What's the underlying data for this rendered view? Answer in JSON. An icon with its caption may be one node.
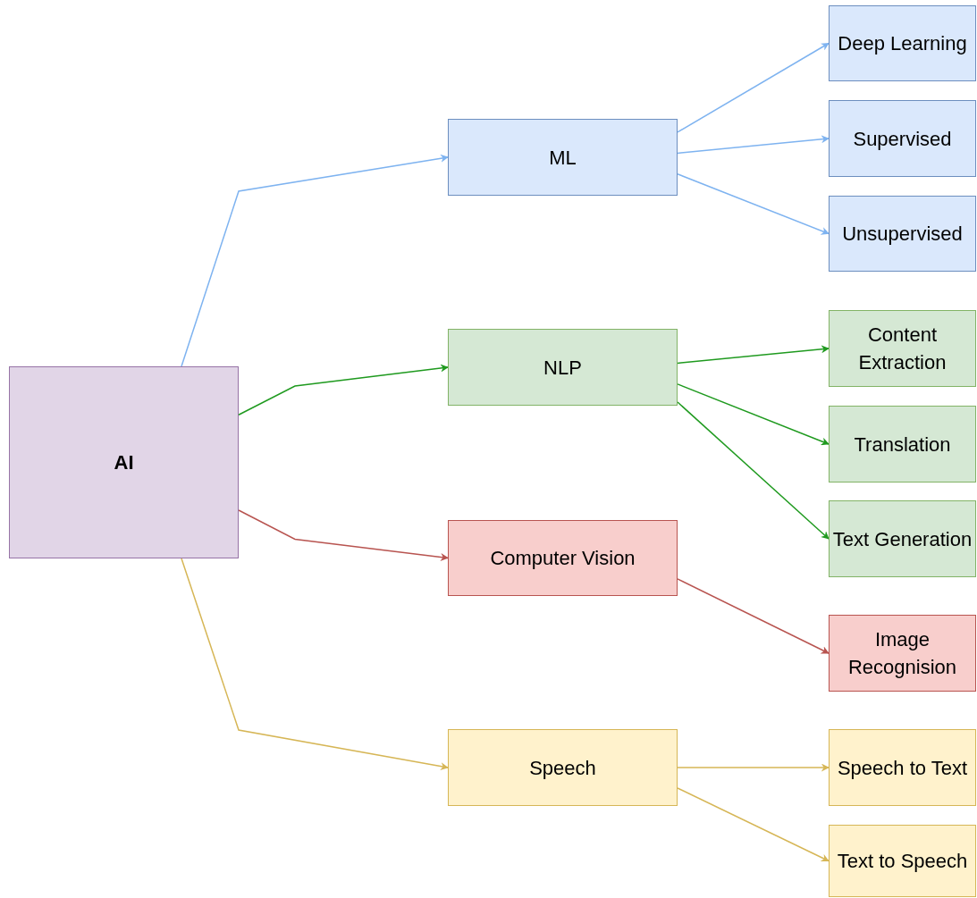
{
  "diagram": {
    "nodes": [
      {
        "text": [
          "AI"
        ]
      },
      {
        "text": [
          "ML"
        ]
      },
      {
        "text": [
          "NLP"
        ]
      },
      {
        "text": [
          "Computer Vision"
        ]
      },
      {
        "text": [
          "Speech"
        ]
      },
      {
        "text": [
          "Deep Learning"
        ]
      },
      {
        "text": [
          "Supervised"
        ]
      },
      {
        "text": [
          "Unsupervised"
        ]
      },
      {
        "text": [
          "Content Extraction"
        ]
      },
      {
        "text": [
          "Translation"
        ]
      },
      {
        "text": [
          "Text Generation"
        ]
      },
      {
        "text": [
          "Image Recognision"
        ]
      },
      {
        "text": [
          "Speech to Text"
        ]
      },
      {
        "text": [
          "Text to Speech"
        ]
      }
    ],
    "edges": [
      {
        "from": 0,
        "to": 1,
        "arrow": "to",
        "color": "#7eb3f0"
      },
      {
        "from": 0,
        "to": 2,
        "arrow": "to",
        "color": "#1f9a1f"
      },
      {
        "from": 0,
        "to": 3,
        "arrow": "to",
        "color": "#b85450"
      },
      {
        "from": 0,
        "to": 4,
        "arrow": "to",
        "color": "#d6b656"
      },
      {
        "from": 1,
        "to": 5,
        "arrow": "to",
        "color": "#7eb3f0"
      },
      {
        "from": 1,
        "to": 6,
        "arrow": "to",
        "color": "#7eb3f0"
      },
      {
        "from": 1,
        "to": 7,
        "arrow": "to",
        "color": "#7eb3f0"
      },
      {
        "from": 2,
        "to": 8,
        "arrow": "to",
        "color": "#1f9a1f"
      },
      {
        "from": 2,
        "to": 9,
        "arrow": "to",
        "color": "#1f9a1f"
      },
      {
        "from": 2,
        "to": 10,
        "arrow": "to",
        "color": "#1f9a1f"
      },
      {
        "from": 3,
        "to": 11,
        "arrow": "to",
        "color": "#b85450"
      },
      {
        "from": 4,
        "to": 12,
        "arrow": "to",
        "color": "#d6b656"
      },
      {
        "from": 4,
        "to": 13,
        "arrow": "to",
        "color": "#d6b656"
      }
    ]
  }
}
